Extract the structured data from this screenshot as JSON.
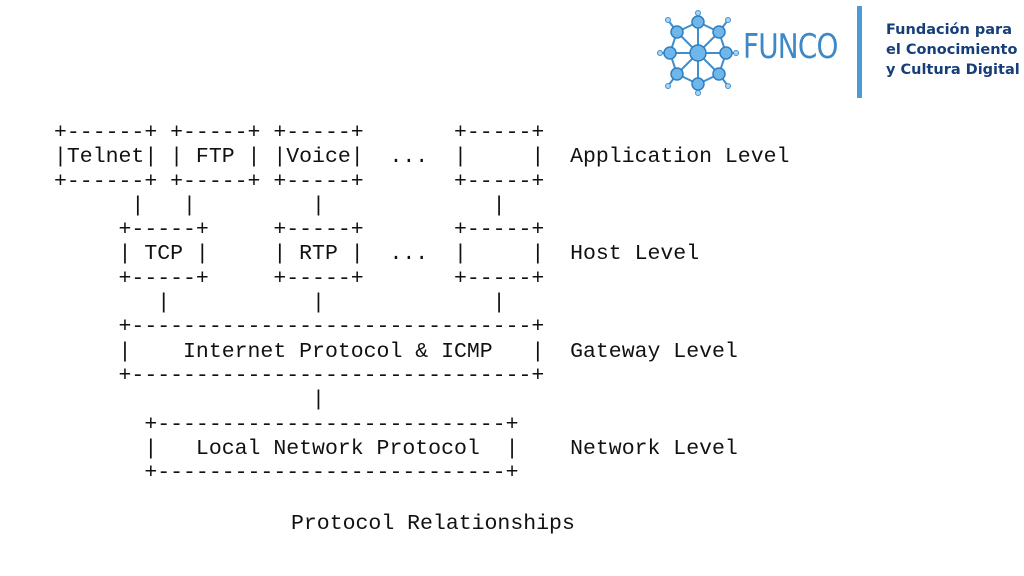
{
  "logo": {
    "wordmark": "FUNCO",
    "tagline": [
      "Fundación para",
      "el Conocimiento",
      "y Cultura Digital"
    ],
    "colors": {
      "accent": "#4a9bd6",
      "tagline": "#163e78"
    }
  },
  "diagram": {
    "ascii": "+------+ +-----+ +-----+       +-----+\n|Telnet| | FTP | |Voice|  ...  |     |  Application Level\n+------+ +-----+ +-----+       +-----+\n      |   |         |             |\n     +-----+     +-----+       +-----+\n     | TCP |     | RTP |  ...  |     |  Host Level\n     +-----+     +-----+       +-----+\n        |           |             |\n     +-------------------------------+\n     |    Internet Protocol & ICMP   |  Gateway Level\n     +-------------------------------+\n                    |\n       +---------------------------+\n       |   Local Network Protocol  |    Network Level\n       +---------------------------+",
    "caption": "Protocol Relationships"
  }
}
